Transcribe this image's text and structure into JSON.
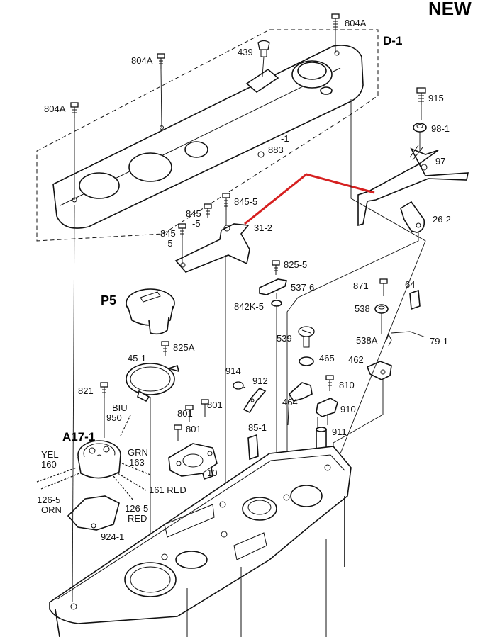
{
  "header": {
    "badge": "NEW"
  },
  "group": {
    "label": "D-1"
  },
  "highlight_color": "#d62020",
  "callouts": [
    {
      "id": "804A-top",
      "text": "804A"
    },
    {
      "id": "804A-mid",
      "text": "804A"
    },
    {
      "id": "804A-left",
      "text": "804A"
    },
    {
      "id": "439",
      "text": "439"
    },
    {
      "id": "883-dash",
      "text": "-1"
    },
    {
      "id": "883",
      "text": "883"
    },
    {
      "id": "915",
      "text": "915"
    },
    {
      "id": "98-1",
      "text": "98-1"
    },
    {
      "id": "97",
      "text": "97"
    },
    {
      "id": "26-2",
      "text": "26-2"
    },
    {
      "id": "845-5-a",
      "text": "845-5"
    },
    {
      "id": "845-b",
      "text": "845"
    },
    {
      "id": "845-b-5",
      "text": "-5"
    },
    {
      "id": "845-c",
      "text": "845"
    },
    {
      "id": "845-c-5",
      "text": "-5"
    },
    {
      "id": "31-2",
      "text": "31-2"
    },
    {
      "id": "825-5",
      "text": "825-5"
    },
    {
      "id": "537-6",
      "text": "537-6"
    },
    {
      "id": "842K-5",
      "text": "842K-5"
    },
    {
      "id": "871",
      "text": "871"
    },
    {
      "id": "64",
      "text": "64"
    },
    {
      "id": "538",
      "text": "538"
    },
    {
      "id": "538A",
      "text": "538A"
    },
    {
      "id": "79-1",
      "text": "79-1"
    },
    {
      "id": "539",
      "text": "539"
    },
    {
      "id": "465",
      "text": "465"
    },
    {
      "id": "462",
      "text": "462"
    },
    {
      "id": "P5",
      "text": "P5"
    },
    {
      "id": "825A",
      "text": "825A"
    },
    {
      "id": "45-1",
      "text": "45-1"
    },
    {
      "id": "914",
      "text": "914"
    },
    {
      "id": "912",
      "text": "912"
    },
    {
      "id": "810",
      "text": "810"
    },
    {
      "id": "464",
      "text": "464"
    },
    {
      "id": "910",
      "text": "910"
    },
    {
      "id": "911",
      "text": "911"
    },
    {
      "id": "821",
      "text": "821"
    },
    {
      "id": "BIU",
      "text": "BIU"
    },
    {
      "id": "950",
      "text": "950"
    },
    {
      "id": "801-a",
      "text": "801"
    },
    {
      "id": "801-b",
      "text": "801"
    },
    {
      "id": "801-c",
      "text": "801"
    },
    {
      "id": "10",
      "text": "10"
    },
    {
      "id": "85-1",
      "text": "85-1"
    },
    {
      "id": "A17-1",
      "text": "A17-1"
    },
    {
      "id": "YEL",
      "text": "YEL"
    },
    {
      "id": "160",
      "text": "160"
    },
    {
      "id": "GRN",
      "text": "GRN"
    },
    {
      "id": "163",
      "text": "163"
    },
    {
      "id": "161RED",
      "text": "161 RED"
    },
    {
      "id": "126-5-a",
      "text": "126-5"
    },
    {
      "id": "ORN",
      "text": "ORN"
    },
    {
      "id": "126-5-b",
      "text": "126-5"
    },
    {
      "id": "RED",
      "text": "RED"
    },
    {
      "id": "924-1",
      "text": "924-1"
    }
  ]
}
